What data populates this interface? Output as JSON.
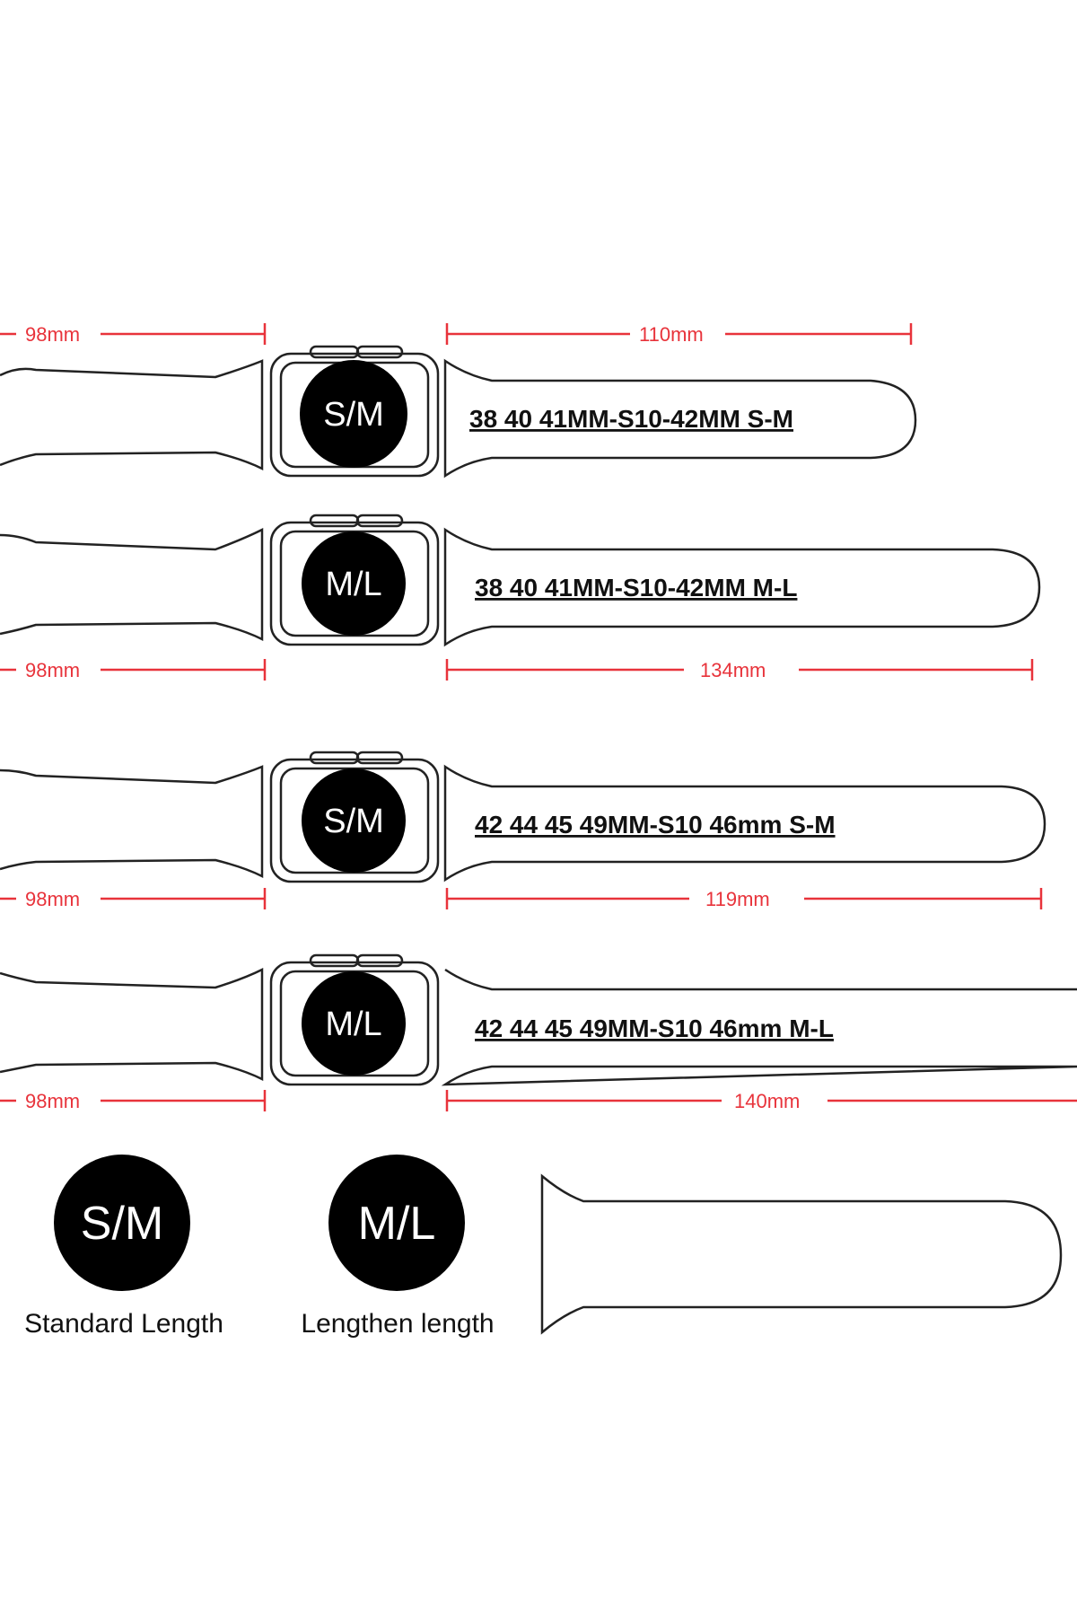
{
  "colors": {
    "dimension": "#e8333b",
    "outline": "#222222",
    "badge": "#000000",
    "badge_text": "#ffffff",
    "text": "#111111"
  },
  "rows": [
    {
      "badge": "S/M",
      "left_length": "98mm",
      "right_length": "110mm",
      "sizes": "38 40 41MM-S10-42MM S-M"
    },
    {
      "badge": "M/L",
      "left_length": "98mm",
      "right_length": "134mm",
      "sizes": "38 40 41MM-S10-42MM M-L"
    },
    {
      "badge": "S/M",
      "left_length": "98mm",
      "right_length": "119mm",
      "sizes": "42 44 45 49MM-S10 46mm S-M"
    },
    {
      "badge": "M/L",
      "left_length": "98mm",
      "right_length": "140mm",
      "sizes": "42 44 45 49MM-S10 46mm M-L"
    }
  ],
  "legend": [
    {
      "badge": "S/M",
      "caption": "Standard Length"
    },
    {
      "badge": "M/L",
      "caption": "Lengthen length"
    }
  ]
}
